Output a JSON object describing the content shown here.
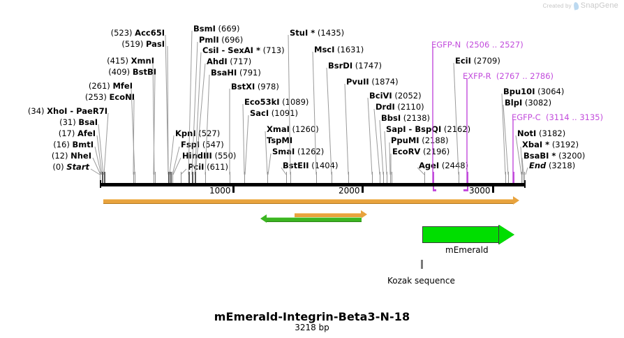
{
  "watermark": {
    "created_by": "Created by",
    "brand": "SnapGene",
    "icon": "snapgene-leaf-icon"
  },
  "plasmid": {
    "title": "mEmerald-Integrin-Beta3-N-18",
    "size": "3218 bp",
    "length_bp": 3218
  },
  "ruler": {
    "ticks": [
      {
        "label": "1000",
        "bp": 1000
      },
      {
        "label": "2000",
        "bp": 2000
      },
      {
        "label": "3000",
        "bp": 3000
      }
    ]
  },
  "sites": [
    {
      "name": "XhoI  -  PaeR7I",
      "pos": "(34)",
      "bp": 34,
      "side": "left",
      "row": 0,
      "italic": false,
      "feature": false
    },
    {
      "name": "BsaI",
      "pos": "(31)",
      "bp": 31,
      "side": "left",
      "row": 1,
      "italic": false,
      "feature": false
    },
    {
      "name": "AfeI",
      "pos": "(17)",
      "bp": 17,
      "side": "left",
      "row": 2,
      "italic": false,
      "feature": false
    },
    {
      "name": "BmtI",
      "pos": "(16)",
      "bp": 16,
      "side": "left",
      "row": 3,
      "italic": false,
      "feature": false
    },
    {
      "name": "NheI",
      "pos": "(12)",
      "bp": 12,
      "side": "left",
      "row": 4,
      "italic": false,
      "feature": false
    },
    {
      "name": "Start",
      "pos": "(0)",
      "bp": 0,
      "side": "left",
      "row": 5,
      "italic": true,
      "feature": false
    },
    {
      "name": "EcoNI",
      "pos": "(253)",
      "bp": 253,
      "side": "left",
      "row": 0,
      "italic": false,
      "feature": false
    },
    {
      "name": "MfeI",
      "pos": "(261)",
      "bp": 261,
      "side": "left",
      "row": 0,
      "italic": false,
      "feature": false
    },
    {
      "name": "BstBI",
      "pos": "(409)",
      "bp": 409,
      "side": "left",
      "row": 0,
      "italic": false,
      "feature": false
    },
    {
      "name": "XmnI",
      "pos": "(415)",
      "bp": 415,
      "side": "left",
      "row": 0,
      "italic": false,
      "feature": false
    },
    {
      "name": "PasI",
      "pos": "(519)",
      "bp": 519,
      "side": "left",
      "row": 0,
      "italic": false,
      "feature": false
    },
    {
      "name": "Acc65I",
      "pos": "(523)",
      "bp": 523,
      "side": "left",
      "row": 0,
      "italic": false,
      "feature": false
    },
    {
      "name": "KpnI",
      "pos": "(527)",
      "bp": 527,
      "side": "right",
      "row": 0,
      "italic": false,
      "feature": false
    },
    {
      "name": "FspI",
      "pos": "(547)",
      "bp": 547,
      "side": "right",
      "row": 0,
      "italic": false,
      "feature": false
    },
    {
      "name": "HindIII",
      "pos": "(550)",
      "bp": 550,
      "side": "right",
      "row": 0,
      "italic": false,
      "feature": false
    },
    {
      "name": "PciI",
      "pos": "(611)",
      "bp": 611,
      "side": "right",
      "row": 0,
      "italic": false,
      "feature": false
    },
    {
      "name": "BsmI",
      "pos": "(669)",
      "bp": 669,
      "side": "right",
      "row": 0,
      "italic": false,
      "feature": false
    },
    {
      "name": "PmlI",
      "pos": "(696)",
      "bp": 696,
      "side": "right",
      "row": 0,
      "italic": false,
      "feature": false
    },
    {
      "name": "CsiI  -  SexAI *",
      "pos": "(713)",
      "bp": 713,
      "side": "right",
      "row": 0,
      "italic": false,
      "feature": false
    },
    {
      "name": "AhdI",
      "pos": "(717)",
      "bp": 717,
      "side": "right",
      "row": 0,
      "italic": false,
      "feature": false
    },
    {
      "name": "BsaHI",
      "pos": "(791)",
      "bp": 791,
      "side": "right",
      "row": 0,
      "italic": false,
      "feature": false
    },
    {
      "name": "BstXI",
      "pos": "(978)",
      "bp": 978,
      "side": "right",
      "row": 0,
      "italic": false,
      "feature": false
    },
    {
      "name": "Eco53kI",
      "pos": "(1089)",
      "bp": 1089,
      "side": "right",
      "row": 0,
      "italic": false,
      "feature": false
    },
    {
      "name": "SacI",
      "pos": "(1091)",
      "bp": 1091,
      "side": "right",
      "row": 0,
      "italic": false,
      "feature": false
    },
    {
      "name": "XmaI",
      "pos": "(1260)",
      "bp": 1260,
      "side": "right",
      "row": 0,
      "italic": false,
      "feature": false
    },
    {
      "name": "TspMI",
      "pos": "",
      "bp": 1260,
      "side": "right",
      "row": 0,
      "italic": false,
      "feature": false
    },
    {
      "name": "SmaI",
      "pos": "(1262)",
      "bp": 1262,
      "side": "right",
      "row": 0,
      "italic": false,
      "feature": false
    },
    {
      "name": "BstEII",
      "pos": "(1404)",
      "bp": 1404,
      "side": "right",
      "row": 0,
      "italic": false,
      "feature": false
    },
    {
      "name": "StuI *",
      "pos": "(1435)",
      "bp": 1435,
      "side": "right",
      "row": 0,
      "italic": false,
      "feature": false
    },
    {
      "name": "MscI",
      "pos": "(1631)",
      "bp": 1631,
      "side": "right",
      "row": 0,
      "italic": false,
      "feature": false
    },
    {
      "name": "BsrDI",
      "pos": "(1747)",
      "bp": 1747,
      "side": "right",
      "row": 0,
      "italic": false,
      "feature": false
    },
    {
      "name": "PvuII",
      "pos": "(1874)",
      "bp": 1874,
      "side": "right",
      "row": 0,
      "italic": false,
      "feature": false
    },
    {
      "name": "BciVI",
      "pos": "(2052)",
      "bp": 2052,
      "side": "right",
      "row": 0,
      "italic": false,
      "feature": false
    },
    {
      "name": "DrdI",
      "pos": "(2110)",
      "bp": 2110,
      "side": "right",
      "row": 0,
      "italic": false,
      "feature": false
    },
    {
      "name": "BbsI",
      "pos": "(2138)",
      "bp": 2138,
      "side": "right",
      "row": 0,
      "italic": false,
      "feature": false
    },
    {
      "name": "SapI  -  BspQI",
      "pos": "(2162)",
      "bp": 2162,
      "side": "right",
      "row": 0,
      "italic": false,
      "feature": false
    },
    {
      "name": "PpuMI",
      "pos": "(2188)",
      "bp": 2188,
      "side": "right",
      "row": 0,
      "italic": false,
      "feature": false
    },
    {
      "name": "EcoRV",
      "pos": "(2196)",
      "bp": 2196,
      "side": "right",
      "row": 0,
      "italic": false,
      "feature": false
    },
    {
      "name": "AgeI",
      "pos": "(2448)",
      "bp": 2448,
      "side": "right",
      "row": 0,
      "italic": false,
      "feature": false
    },
    {
      "name": "EGFP-N",
      "pos": "(2506 .. 2527)",
      "bp": 2516,
      "side": "right",
      "row": 0,
      "italic": false,
      "feature": true
    },
    {
      "name": "EciI",
      "pos": "(2709)",
      "bp": 2709,
      "side": "right",
      "row": 0,
      "italic": false,
      "feature": false
    },
    {
      "name": "EXFP-R",
      "pos": "(2767 .. 2786)",
      "bp": 2776,
      "side": "right",
      "row": 0,
      "italic": false,
      "feature": true
    },
    {
      "name": "Bpu10I",
      "pos": "(3064)",
      "bp": 3064,
      "side": "right",
      "row": 0,
      "italic": false,
      "feature": false
    },
    {
      "name": "BlpI",
      "pos": "(3082)",
      "bp": 3082,
      "side": "right",
      "row": 0,
      "italic": false,
      "feature": false
    },
    {
      "name": "EGFP-C",
      "pos": "(3114 .. 3135)",
      "bp": 3124,
      "side": "right",
      "row": 0,
      "italic": false,
      "feature": true
    },
    {
      "name": "NotI",
      "pos": "(3182)",
      "bp": 3182,
      "side": "right",
      "row": 0,
      "italic": false,
      "feature": false
    },
    {
      "name": "XbaI *",
      "pos": "(3192)",
      "bp": 3192,
      "side": "right",
      "row": 0,
      "italic": false,
      "feature": false
    },
    {
      "name": "BsaBI *",
      "pos": "(3200)",
      "bp": 3200,
      "side": "right",
      "row": 0,
      "italic": false,
      "feature": false
    },
    {
      "name": "End",
      "pos": "(3218)",
      "bp": 3218,
      "side": "right",
      "row": 0,
      "italic": true,
      "feature": false
    }
  ],
  "features": {
    "gene_arrow": {
      "label": "mEmerald",
      "color": "#00de00"
    },
    "kozak": {
      "label": "Kozak sequence"
    },
    "orange_color": "#e8a33d",
    "green_color": "#3cb521"
  }
}
